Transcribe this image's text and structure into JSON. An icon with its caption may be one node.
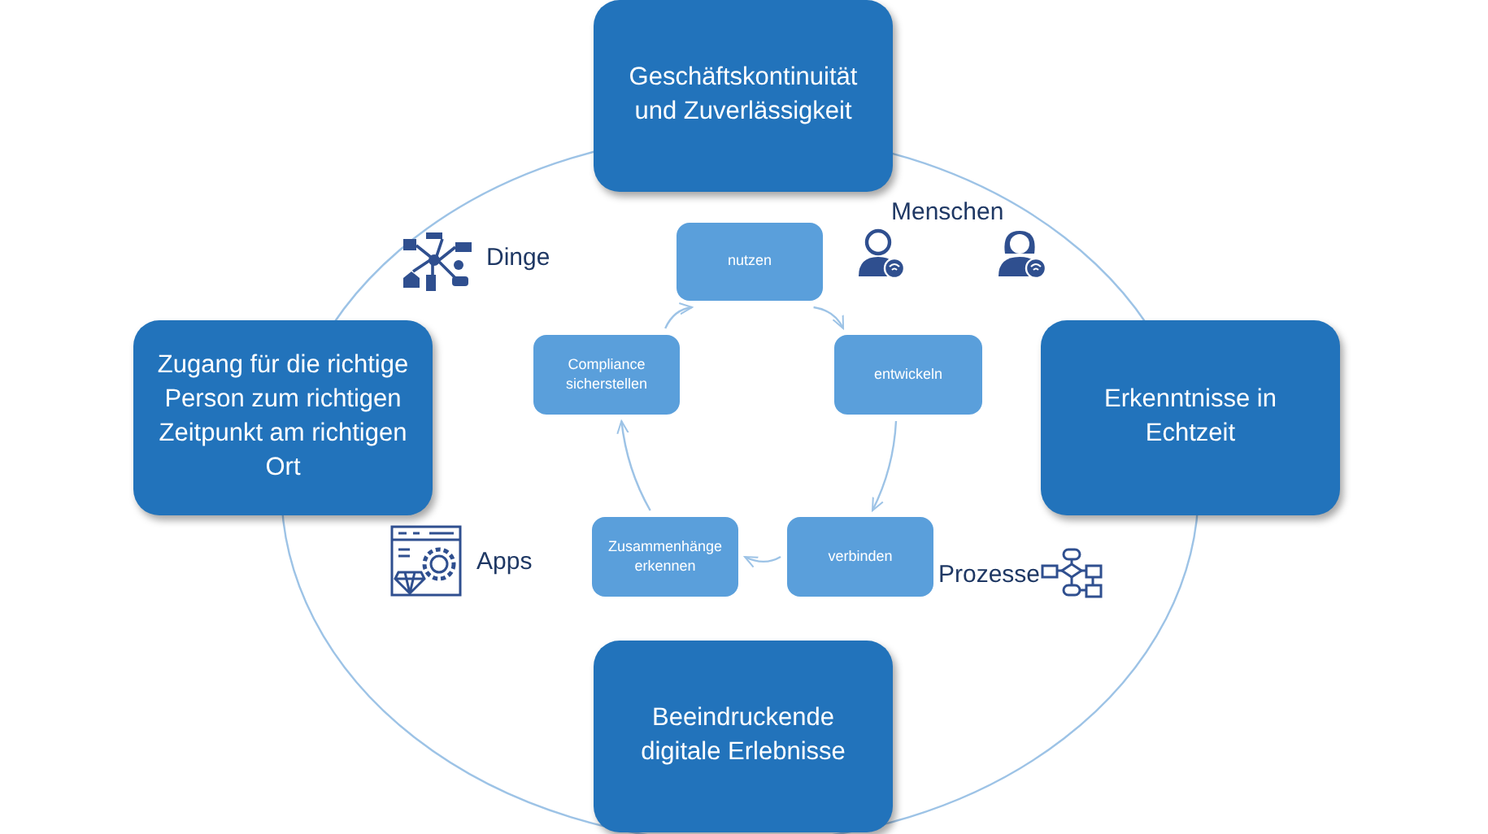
{
  "diagram": {
    "nodes": [
      {
        "text": [
          "Geschäftskontinuität und Zuverlässigkeit"
        ]
      },
      {
        "text": [
          "Zugang für die richtige Person zum richtigen Zeitpunkt am richtigen Ort"
        ]
      },
      {
        "text": [
          "Erkenntnisse in Echtzeit"
        ]
      },
      {
        "text": [
          "Beeindruckende digitale Erlebnisse"
        ]
      },
      {
        "text": [
          "nutzen"
        ]
      },
      {
        "text": [
          "entwickeln"
        ]
      },
      {
        "text": [
          "verbinden"
        ]
      },
      {
        "text": [
          "Zusammenhänge erkennen"
        ]
      },
      {
        "text": [
          "Compliance sicherstellen"
        ]
      }
    ],
    "edges": [
      {
        "from": 4,
        "to": 5,
        "arrow": "to"
      },
      {
        "from": 5,
        "to": 6,
        "arrow": "to"
      },
      {
        "from": 6,
        "to": 7,
        "arrow": "to"
      },
      {
        "from": 7,
        "to": 8,
        "arrow": "to"
      },
      {
        "from": 8,
        "to": 4,
        "arrow": "to"
      }
    ],
    "labels": [
      "Menschen",
      "Dinge",
      "Apps",
      "Prozesse"
    ]
  }
}
